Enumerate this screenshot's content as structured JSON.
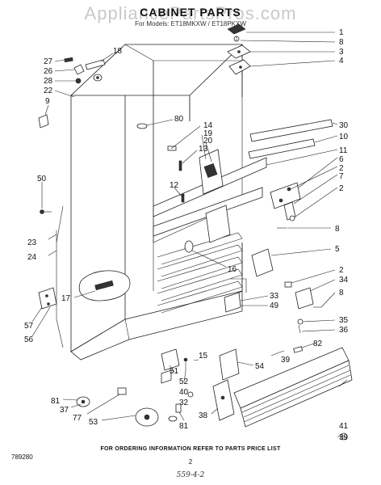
{
  "watermark": "AppliancePartsPros.com",
  "title": "CABINET PARTS",
  "model_line": "For Models: ET18MKXW / ET18PKXW",
  "footer_note": "FOR ORDERING INFORMATION REFER TO PARTS PRICE LIST",
  "diagram_code": "789280",
  "page_number": "2",
  "handwritten_note": "559-4-2",
  "callouts": {
    "c1": "1",
    "c8a": "8",
    "c3": "3",
    "c4": "4",
    "c18": "18",
    "c27": "27",
    "c26": "26",
    "c28": "28",
    "c22": "22",
    "c9": "9",
    "c80": "80",
    "c14": "14",
    "c19": "19",
    "c20": "20",
    "c13": "13",
    "c30": "30",
    "c10": "10",
    "c11": "11",
    "c6": "6",
    "c2a": "2",
    "c7": "7",
    "c2b": "2",
    "c50": "50",
    "c12": "12",
    "c8b": "8",
    "c5": "5",
    "c23": "23",
    "c24": "24",
    "c16": "16",
    "c2c": "2",
    "c34": "34",
    "c8c": "8",
    "c33": "33",
    "c49": "49",
    "c35": "35",
    "c36": "36",
    "c17": "17",
    "c57": "57",
    "c56": "56",
    "c82": "82",
    "c15": "15",
    "c54": "54",
    "c39a": "39",
    "c51": "51",
    "c52": "52",
    "c40": "40",
    "c32": "32",
    "c81a": "81",
    "c81b": "81",
    "c37": "37",
    "c77": "77",
    "c53": "53",
    "c38": "38",
    "c41": "41",
    "c39b": "39"
  }
}
